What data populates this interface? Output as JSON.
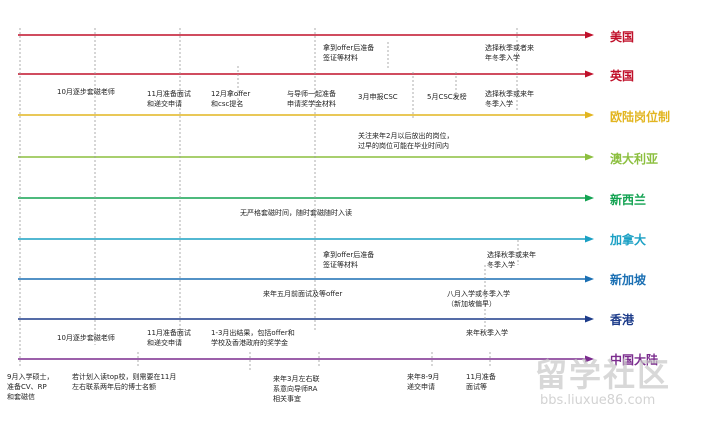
{
  "countries": [
    {
      "name": "美国",
      "color": "#c0102a"
    },
    {
      "name": "英国",
      "color": "#c0102a"
    },
    {
      "name": "欧陆岗位制",
      "color": "#e2b520"
    },
    {
      "name": "澳大利亚",
      "color": "#8cbf3f"
    },
    {
      "name": "新西兰",
      "color": "#13a352"
    },
    {
      "name": "加拿大",
      "color": "#1aa0c4"
    },
    {
      "name": "新加坡",
      "color": "#1a6fb3"
    },
    {
      "name": "香港",
      "color": "#1d3c8a"
    },
    {
      "name": "中国大陆",
      "color": "#7b2c8e"
    }
  ],
  "notes": {
    "us_offer": [
      "拿到offer后准备",
      "签证等材料"
    ],
    "us_autumn": [
      "选择秋季或者来",
      "年冬季入学"
    ],
    "uk_contact": [
      "10月逐步套磁老师"
    ],
    "uk_interview": [
      "11月准备面试",
      "和递交申请"
    ],
    "uk_csc": [
      "12月拿offer",
      "和csc提名"
    ],
    "uk_scholar": [
      "与导师一起准备",
      "申请奖学金材料"
    ],
    "uk_march": [
      "3月申报CSC"
    ],
    "uk_may": [
      "5月CSC发榜"
    ],
    "uk_autumn": [
      "选择秋季或来年",
      "冬季入学"
    ],
    "eu_note": [
      "关注来年2月以后放出的岗位，",
      "过早的岗位可能在毕业时间内"
    ],
    "nz_note": [
      "无严格套磁时间，随时套磁随时入读"
    ],
    "ca_offer": [
      "拿到offer后准备",
      "签证等材料"
    ],
    "ca_autumn": [
      "选择秋季或来年",
      "冬季入学"
    ],
    "sg_interview": [
      "来年五月前面试及等offer"
    ],
    "sg_intake": [
      "八月入学或冬季入学",
      "（新加坡偏早）"
    ],
    "hk_contact": [
      "10月逐步套磁老师"
    ],
    "hk_interview": [
      "11月准备面试",
      "和递交申请"
    ],
    "hk_result": [
      "1-3月出结果，包括offer和",
      "学校及香港政府的奖学金"
    ],
    "hk_autumn": [
      "来年秋季入学"
    ],
    "cn_start": [
      "9月入学硕士，",
      "准备CV、RP",
      "和套磁信"
    ],
    "cn_plan": [
      "若计划入读top校，则需要在11月",
      "左右联系两年后的博士名额"
    ],
    "cn_march": [
      "来年3月左右联",
      "系意向导师RA",
      "相关事宜"
    ],
    "cn_apply": [
      "来年8-9月",
      "递交申请"
    ],
    "cn_interview": [
      "11月准备",
      "面试等"
    ]
  },
  "watermark": {
    "brand": "留学社区",
    "url": "bbs.liuxue86.com"
  }
}
